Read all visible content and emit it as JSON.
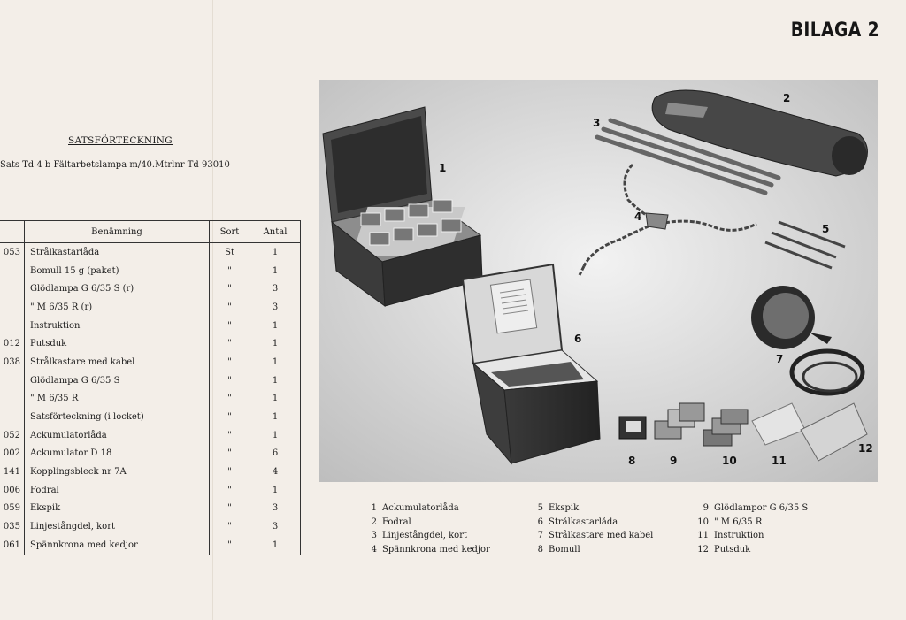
{
  "page_label": "BILAGA 2",
  "heading": "SATSFÖRTECKNING",
  "subtitle": "Sats Td 4 b Fältarbetslampa m/40.Mtrlnr Td 93010",
  "table": {
    "headers": [
      "",
      "Benämning",
      "Sort",
      "Antal"
    ],
    "rows": [
      {
        "code": "053",
        "name": "Strålkastarlåda",
        "sort": "St",
        "antal": "1",
        "indent": 0,
        "bold": true
      },
      {
        "code": "",
        "name": "Bomull 15 g (paket)",
        "sort": "\"",
        "antal": "1",
        "indent": 2,
        "bold": false
      },
      {
        "code": "",
        "name": "Glödlampa  G 6/35 S (r)",
        "sort": "\"",
        "antal": "3",
        "indent": 2,
        "bold": false
      },
      {
        "code": "",
        "name": "\"          M 6/35 R (r)",
        "sort": "\"",
        "antal": "3",
        "indent": 2,
        "bold": false
      },
      {
        "code": "",
        "name": "Instruktion",
        "sort": "\"",
        "antal": "1",
        "indent": 2,
        "bold": false
      },
      {
        "code": "012",
        "name": "Putsduk",
        "sort": "\"",
        "antal": "1",
        "indent": 2,
        "bold": false
      },
      {
        "code": "038",
        "name": "Strålkastare med kabel",
        "sort": "\"",
        "antal": "1",
        "indent": 2,
        "bold": false
      },
      {
        "code": "",
        "name": "Glödlampa  G 6/35 S",
        "sort": "\"",
        "antal": "1",
        "indent": 2,
        "bold": false
      },
      {
        "code": "",
        "name": "\"       M 6/35 R",
        "sort": "\"",
        "antal": "1",
        "indent": 2,
        "bold": false
      },
      {
        "code": "",
        "name": "Satsförteckning (i locket)",
        "sort": "\"",
        "antal": "1",
        "indent": 2,
        "bold": false
      },
      {
        "code": "052",
        "name": "Ackumulatorlåda",
        "sort": "\"",
        "antal": "1",
        "indent": 1,
        "bold": false
      },
      {
        "code": "002",
        "name": "Ackumulator D 18",
        "sort": "\"",
        "antal": "6",
        "indent": 2,
        "bold": false
      },
      {
        "code": "141",
        "name": "Kopplingsbleck nr 7A",
        "sort": "\"",
        "antal": "4",
        "indent": 2,
        "bold": false
      },
      {
        "code": "006",
        "name": "Fodral",
        "sort": "\"",
        "antal": "1",
        "indent": 1,
        "bold": true
      },
      {
        "code": "059",
        "name": "Ekspik",
        "sort": "\"",
        "antal": "3",
        "indent": 2,
        "bold": true
      },
      {
        "code": "035",
        "name": "Linjestångdel, kort",
        "sort": "\"",
        "antal": "3",
        "indent": 2,
        "bold": true
      },
      {
        "code": "061",
        "name": "Spännkrona med kedjor",
        "sort": "\"",
        "antal": "1",
        "indent": 2,
        "bold": true
      }
    ]
  },
  "photo_labels": [
    "1",
    "2",
    "3",
    "4",
    "5",
    "6",
    "7",
    "8",
    "9",
    "10",
    "11",
    "12"
  ],
  "captions": {
    "col1": [
      {
        "num": "1",
        "text": "Ackumulatorlåda"
      },
      {
        "num": "2",
        "text": "Fodral"
      },
      {
        "num": "3",
        "text": "Linjestångdel, kort"
      },
      {
        "num": "4",
        "text": "Spännkrona med kedjor"
      }
    ],
    "col2": [
      {
        "num": "5",
        "text": "Ekspik"
      },
      {
        "num": "6",
        "text": "Strålkastarlåda"
      },
      {
        "num": "7",
        "text": "Strålkastare med kabel"
      },
      {
        "num": "8",
        "text": "Bomull"
      }
    ],
    "col3": [
      {
        "num": "9",
        "text": "Glödlampor G 6/35 S"
      },
      {
        "num": "10",
        "text": "\"          M 6/35 R"
      },
      {
        "num": "11",
        "text": "Instruktion"
      },
      {
        "num": "12",
        "text": "Putsduk"
      }
    ]
  }
}
